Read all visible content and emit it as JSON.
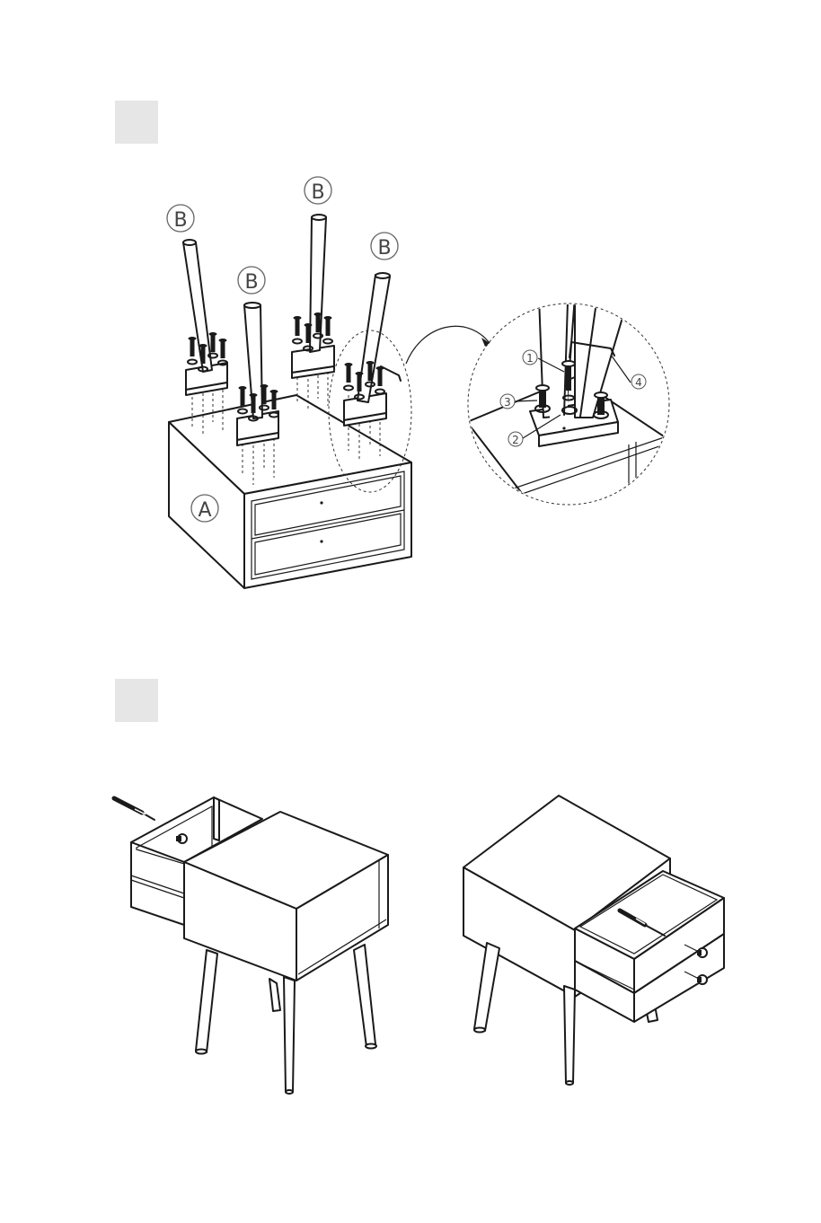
{
  "step1": {
    "part_labels": {
      "cabinet": "A",
      "leg": "B"
    },
    "detail_callouts": [
      "1",
      "2",
      "3",
      "4"
    ]
  },
  "step2": {}
}
